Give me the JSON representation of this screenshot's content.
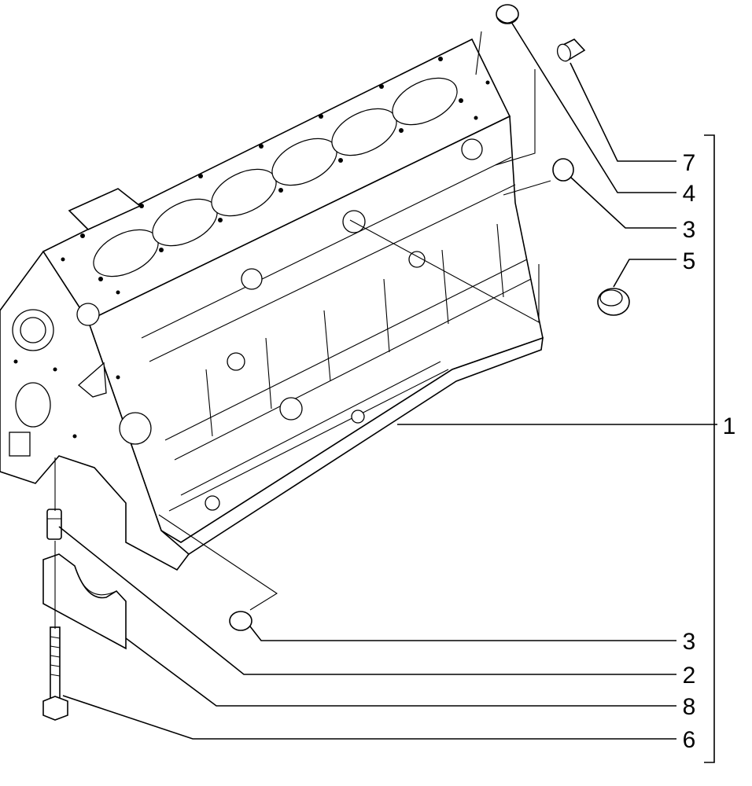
{
  "diagram": {
    "callouts": {
      "c7": "7",
      "c4": "4",
      "c3a": "3",
      "c5": "5",
      "c1": "1",
      "c3b": "3",
      "c2": "2",
      "c8": "8",
      "c6": "6"
    }
  }
}
